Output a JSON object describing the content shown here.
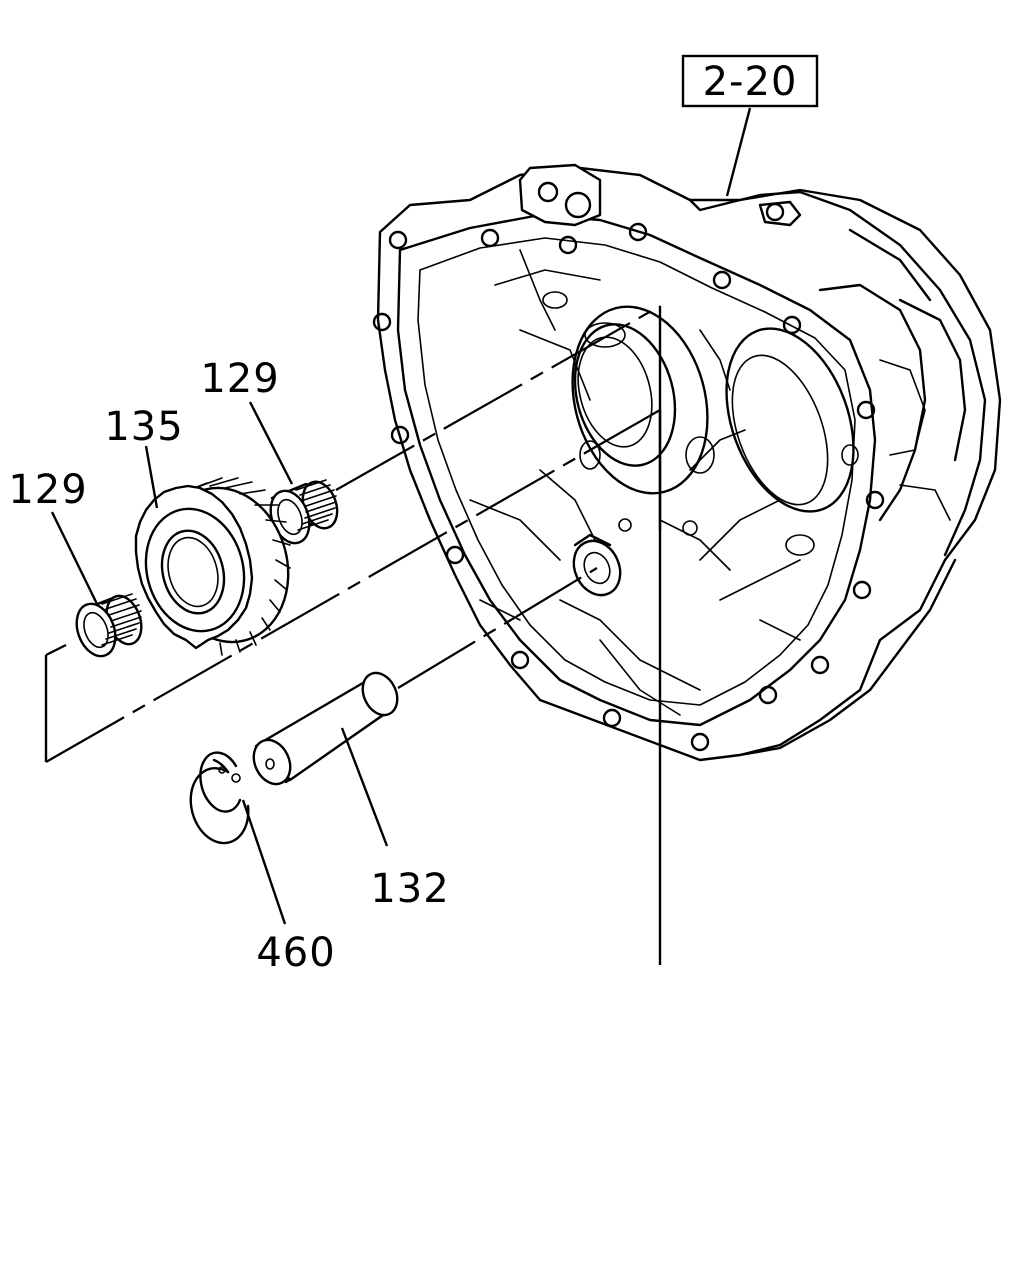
{
  "reference_box": "2-20",
  "callouts": {
    "part_129_upper": "129",
    "part_135": "135",
    "part_129_lower": "129",
    "part_132": "132",
    "part_460": "460"
  }
}
